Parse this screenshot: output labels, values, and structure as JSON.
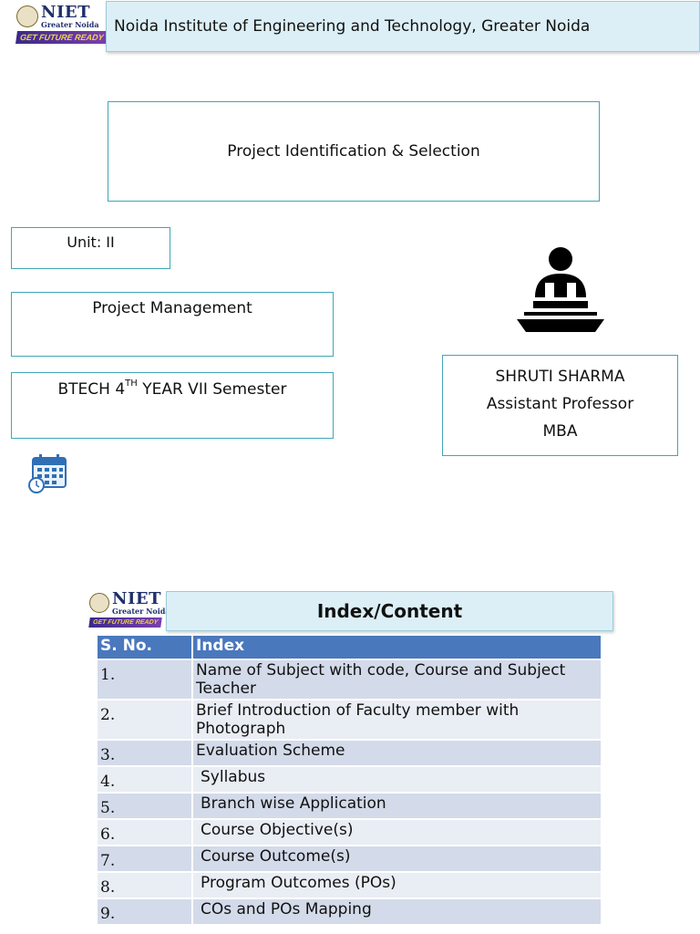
{
  "logo": {
    "name": "NIET",
    "subtitle": "Greater Noida",
    "banner": "GET FUTURE READY"
  },
  "header": {
    "title": "Noida Institute of Engineering and Technology, Greater Noida"
  },
  "slide": {
    "title": "Project Identification & Selection",
    "unit": "Unit: II",
    "subject": "Project Management",
    "year_prefix": "BTECH 4",
    "year_sup": "TH",
    "year_suffix": " YEAR VII Semester"
  },
  "teacher": {
    "name": "SHRUTI SHARMA",
    "designation": "Assistant Professor",
    "department": "MBA"
  },
  "icons": {
    "speaker": "speaker-podium-icon",
    "calendar": "calendar-clock-icon"
  },
  "colors": {
    "box_border": "#3fa7b5",
    "header_bg": "#dceff6",
    "table_header": "#4a78bd",
    "row_odd": "#d3dae9",
    "row_even": "#e9edf4"
  },
  "index": {
    "title": "Index/Content",
    "columns": [
      "S. No.",
      "Index"
    ],
    "rows": [
      {
        "sno": "1.",
        "text": "Name of Subject with code, Course and Subject Teacher"
      },
      {
        "sno": "2.",
        "text": "Brief Introduction of Faculty member with Photograph"
      },
      {
        "sno": "3.",
        "text": "Evaluation Scheme"
      },
      {
        "sno": "4.",
        "text": "Syllabus"
      },
      {
        "sno": "5.",
        "text": "Branch wise Application"
      },
      {
        "sno": "6.",
        "text": "Course Objective(s)"
      },
      {
        "sno": "7.",
        "text": "Course Outcome(s)"
      },
      {
        "sno": "8.",
        "text": "Program Outcomes (POs)"
      },
      {
        "sno": "9.",
        "text": "COs and POs Mapping"
      }
    ]
  }
}
